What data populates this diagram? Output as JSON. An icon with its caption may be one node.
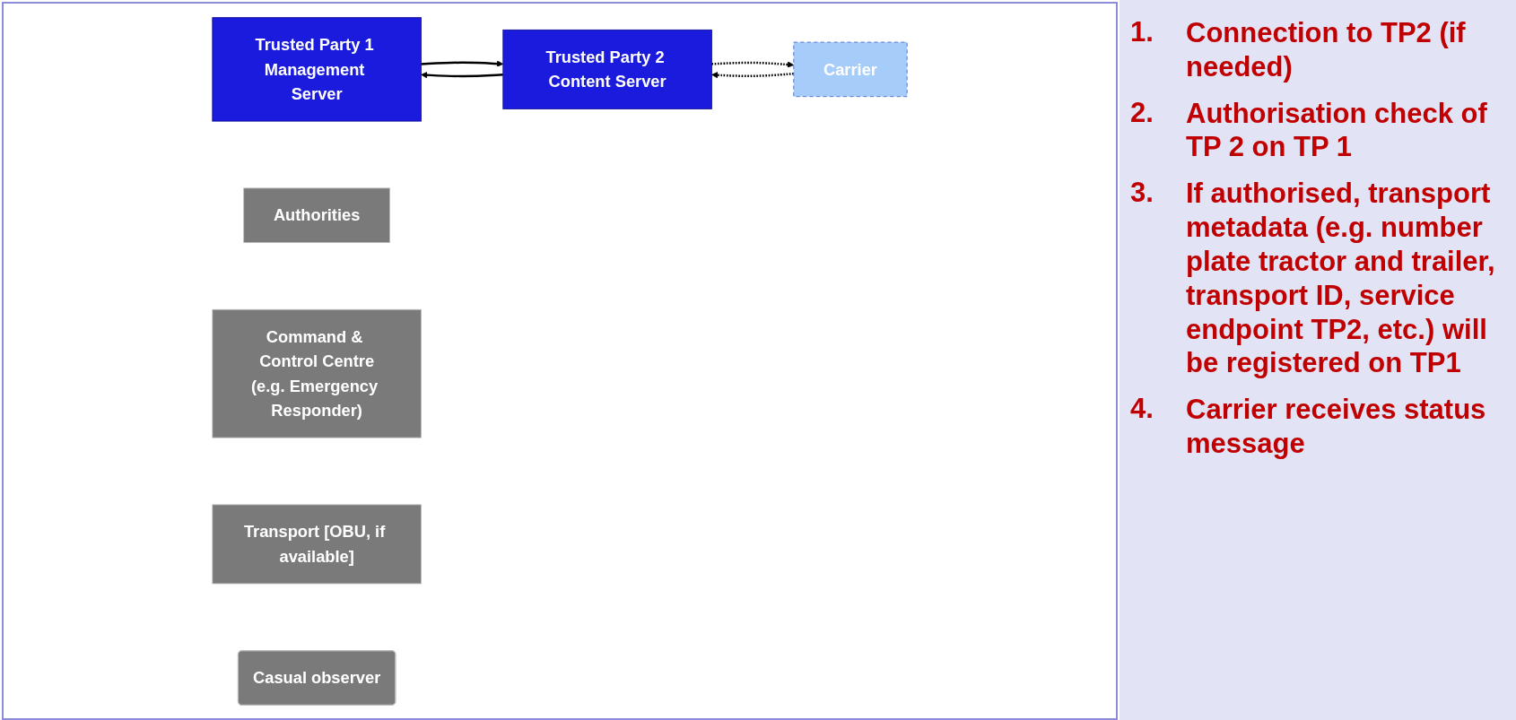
{
  "diagram": {
    "nodes": [
      {
        "text": [
          "Trusted Party 1 Management Server"
        ]
      },
      {
        "text": [
          "Authorities"
        ]
      },
      {
        "text": [
          "Carrier"
        ]
      },
      {
        "text": [
          "Trusted Party 2 Content Server"
        ]
      },
      {
        "text": [
          "Command & Control Centre",
          "(e.g. Emergency Responder)"
        ]
      },
      {
        "text": [
          "Transport [OBU, if available]"
        ]
      },
      {
        "text": [
          "Casual observer"
        ]
      }
    ],
    "edges": [
      {
        "from": 3,
        "to": 0,
        "arrow": "to"
      },
      {
        "from": 0,
        "to": 3,
        "arrow": "to"
      },
      {
        "from": 2,
        "to": 3,
        "arrow": "to",
        "style": "dashed"
      },
      {
        "from": 3,
        "to": 2,
        "arrow": "to",
        "style": "dashed"
      }
    ],
    "labels": [
      "1.",
      "Connection to TP2 (if needed)",
      "2.",
      "Authorisation check of TP 2 on TP 1",
      "3.",
      "If authorised, transport metadata (e.g. number plate tractor and trailer, transport ID, service endpoint TP2, etc.) will be registered on TP1",
      "4.",
      "Carrier receives status message"
    ]
  }
}
